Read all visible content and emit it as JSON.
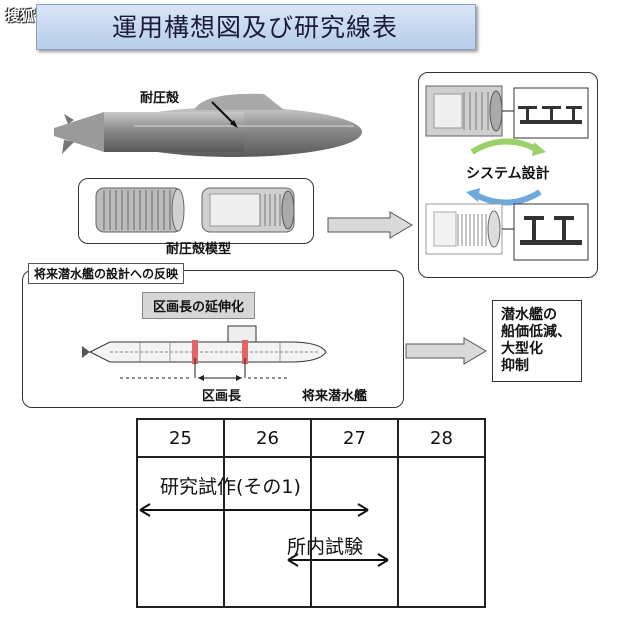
{
  "watermark": "搜狐号@特色双子塔",
  "title": "運用構想図及び研究線表",
  "labels": {
    "pressure_hull": "耐圧殻",
    "pressure_hull_model": "耐圧殻模型",
    "system_design": "システム設計",
    "future_reflection": "将来潜水艦の設計への反映",
    "section_extension": "区画長の延伸化",
    "section_length": "区画長",
    "future_submarine": "将来潜水艦",
    "result_line1": "潜水艦の",
    "result_line2": "船価低減、",
    "result_line3": "大型化",
    "result_line4": "抑制"
  },
  "schedule": {
    "years": [
      "25",
      "26",
      "27",
      "28"
    ],
    "tasks": [
      {
        "label": "研究試作(その1)"
      },
      {
        "label": "所内試験"
      }
    ]
  },
  "colors": {
    "title_bg": "#c5d7ef",
    "hull_gray": "#8c8c8c",
    "arrow_gray": "#d9d9d9",
    "cycle_green": "#9bd06b",
    "cycle_blue": "#6fa8dc",
    "section_red": "#e06666"
  }
}
